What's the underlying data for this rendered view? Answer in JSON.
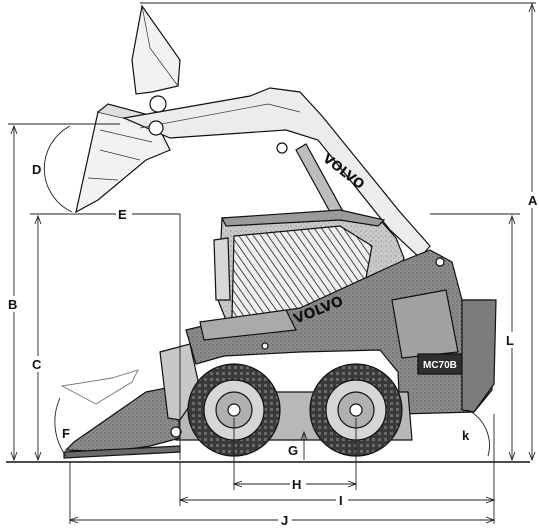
{
  "diagram": {
    "dimension_labels": {
      "A": "A",
      "B": "B",
      "C": "C",
      "D": "D",
      "E": "E",
      "F": "F",
      "G": "G",
      "H": "H",
      "I": "I",
      "J": "J",
      "K": "k",
      "L": "L"
    },
    "brand_boom": "VOLVO",
    "brand_body": "VOLVO",
    "model_plate": "MC70B"
  }
}
